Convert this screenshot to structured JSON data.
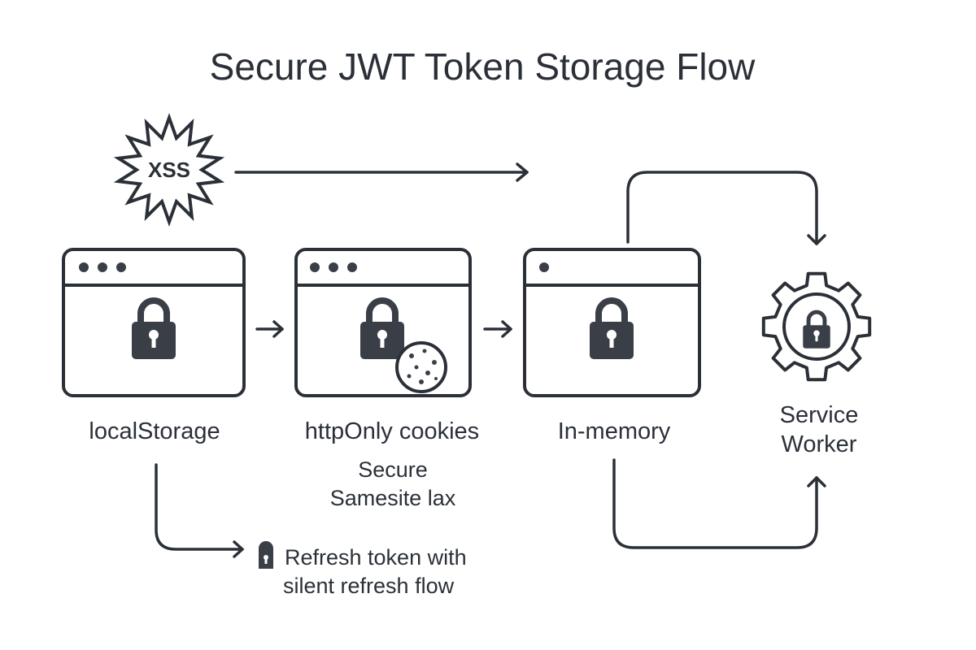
{
  "title": "Secure JWT Token Storage Flow",
  "threat": {
    "label": "XSS"
  },
  "nodes": {
    "local_storage": {
      "label": "localStorage"
    },
    "httponly_cookies": {
      "label": "httpOnly cookies",
      "sub_line1": "Secure",
      "sub_line2": "Samesite lax"
    },
    "in_memory": {
      "label": "In-memory"
    },
    "service_worker": {
      "label_line1": "Service",
      "label_line2": "Worker"
    }
  },
  "refresh": {
    "line1": "Refresh token with",
    "line2": "silent refresh flow"
  },
  "colors": {
    "ink": "#2b3038",
    "lock": "#3a3f47",
    "background": "#ffffff"
  }
}
